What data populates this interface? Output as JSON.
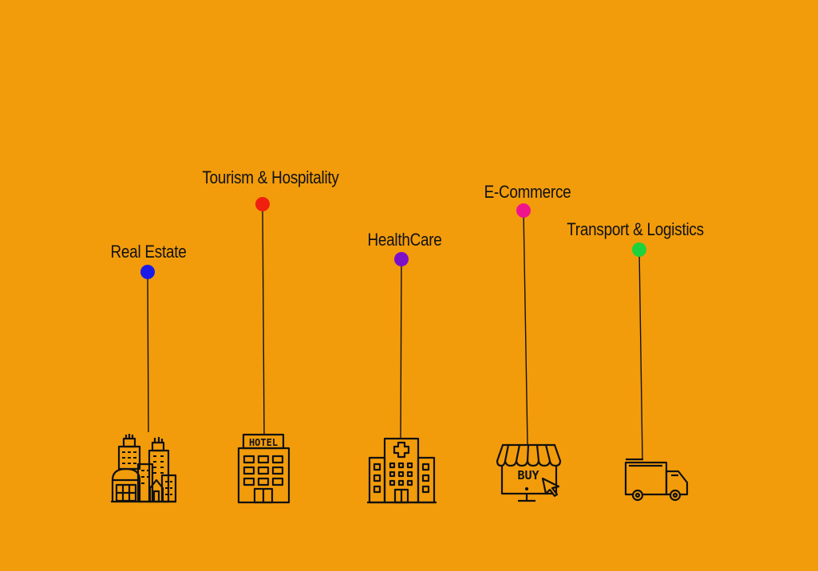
{
  "background": "#F29C0B",
  "items": [
    {
      "label": "Real Estate",
      "dot_color": "#1B1BE8",
      "icon": "city-buildings-icon"
    },
    {
      "label": "Tourism & Hospitality",
      "dot_color": "#F0200F",
      "icon": "hotel-icon",
      "icon_text": "HOTEL"
    },
    {
      "label": "HealthCare",
      "dot_color": "#7E0FC8",
      "icon": "hospital-icon"
    },
    {
      "label": "E-Commerce",
      "dot_color": "#F0148C",
      "icon": "online-shop-icon",
      "icon_text": "BUY"
    },
    {
      "label": "Transport & Logistics",
      "dot_color": "#1ED23C",
      "icon": "delivery-truck-icon"
    }
  ]
}
